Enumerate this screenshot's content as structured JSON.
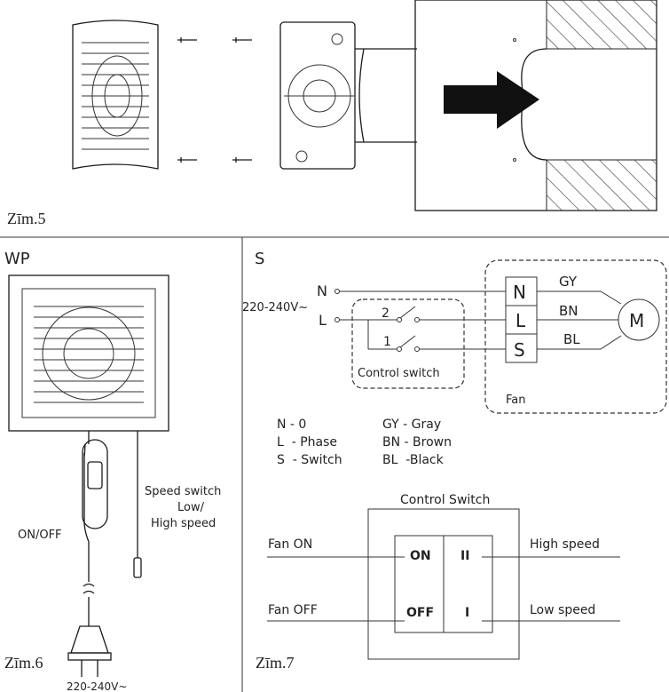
{
  "figures": {
    "fig5_caption": "Zīm.5",
    "fig6_caption": "Zīm.6",
    "fig7_caption": "Zīm.7"
  },
  "wp": {
    "title": "WP",
    "speed_switch_line1": "Speed switch",
    "speed_switch_line2": "Low/",
    "speed_switch_line3": "High speed",
    "on_off": "ON/OFF",
    "voltage": "220-240V~"
  },
  "schematic": {
    "title": "S",
    "input_n": "N",
    "input_l": "L",
    "voltage": "220-240V~",
    "switch_2": "2",
    "switch_1": "1",
    "control_switch_label": "Control switch",
    "terminals": [
      "N",
      "L",
      "S"
    ],
    "wires": [
      "GY",
      "BN",
      "BL"
    ],
    "motor": "M",
    "fan_label": "Fan",
    "legend_left": [
      "N - 0",
      "L  - Phase",
      "S  - Switch"
    ],
    "legend_right": [
      "GY - Gray",
      "BN - Brown",
      "BL  -Black"
    ]
  },
  "control_switch": {
    "title": "Control Switch",
    "on": "ON",
    "off": "OFF",
    "high": "II",
    "low": "I",
    "fan_on": "Fan ON",
    "fan_off": "Fan OFF",
    "high_speed": "High speed",
    "low_speed": "Low speed"
  }
}
